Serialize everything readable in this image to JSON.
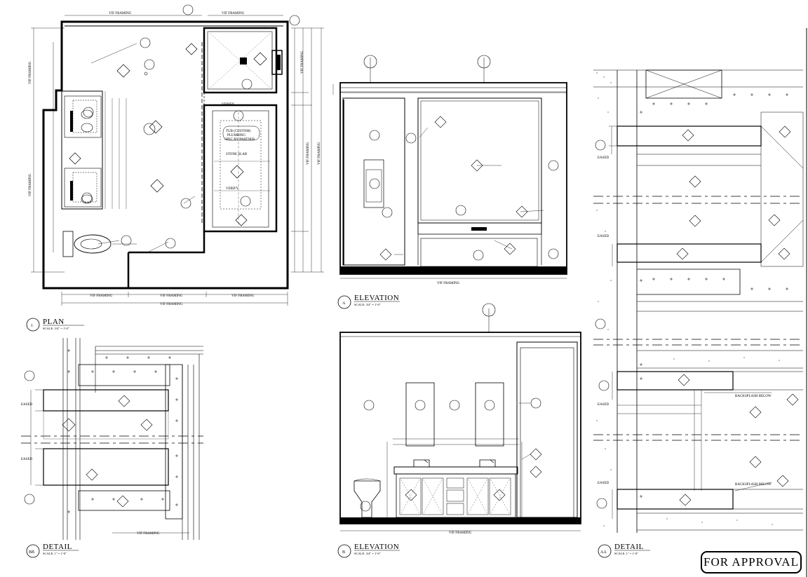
{
  "sheet": {
    "approval_stamp": "FOR APPROVAL",
    "views": {
      "plan": {
        "number": "1",
        "title": "PLAN",
        "scale": "SCALE: 3/4\" = 1'-0\""
      },
      "elev_a": {
        "number": "A",
        "title": "ELEVATION",
        "scale": "SCALE: 3/4\" = 1'-0\""
      },
      "elev_b": {
        "number": "B",
        "title": "ELEVATION",
        "scale": "SCALE: 3/4\" = 1'-0\""
      },
      "detail_bb": {
        "number": "BB",
        "title": "DETAIL",
        "scale": "SCALE: 1\" = 1'-0\""
      },
      "detail_aa": {
        "number": "AA",
        "title": "DETAIL",
        "scale": "SCALE: 1\" = 1'-0\""
      }
    },
    "notes": {
      "vif_framing": "VIF FRAMING",
      "tub_note_1": "TUB (CUSTOM)",
      "tub_note_2": "PLUMBING",
      "tub_note_3": "SPEC BY PARTNER",
      "stone_slab": "STONE SLAB",
      "verify": "VERIFY",
      "backsplash_below": "BACKSPLASH BELOW",
      "eased": "EASED"
    }
  }
}
